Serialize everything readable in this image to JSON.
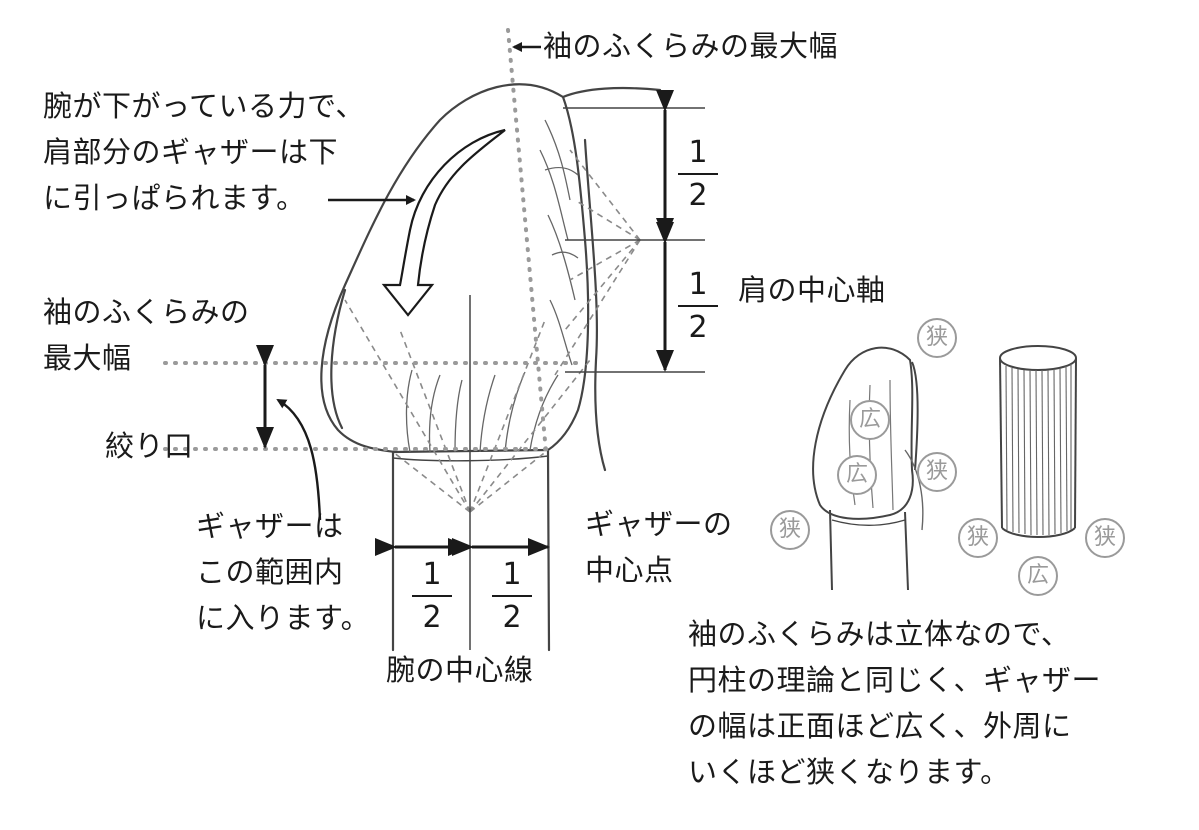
{
  "labels": {
    "max_width_top": "袖のふくらみの最大幅",
    "arm_force_1": "腕が下がっている力で、",
    "arm_force_2": "肩部分のギャザーは下",
    "arm_force_3": "に引っぱられます。",
    "max_width_left_1": "袖のふくらみの",
    "max_width_left_2": "最大幅",
    "shibori": "絞り口",
    "gather_range_1": "ギャザーは",
    "gather_range_2": "この範囲内",
    "gather_range_3": "に入ります。",
    "arm_center_line": "腕の中心線",
    "gather_center_1": "ギャザーの",
    "gather_center_2": "中心点",
    "shoulder_axis": "肩の中心軸",
    "note_1": "袖のふくらみは立体なので、",
    "note_2": "円柱の理論と同じく、ギャザー",
    "note_3": "の幅は正面ほど広く、外周に",
    "note_4": "いくほど狭くなります。"
  },
  "fractions": {
    "upper": {
      "num": "1",
      "den": "2"
    },
    "lower": {
      "num": "1",
      "den": "2"
    },
    "left": {
      "num": "1",
      "den": "2"
    },
    "right": {
      "num": "1",
      "den": "2"
    }
  },
  "stamps": {
    "narrow": "狭",
    "wide": "広"
  },
  "colors": {
    "ink": "#1a1a1a",
    "sketch": "#555555",
    "dotted": "#9a9a9a",
    "stamp": "#9a9a9a"
  }
}
